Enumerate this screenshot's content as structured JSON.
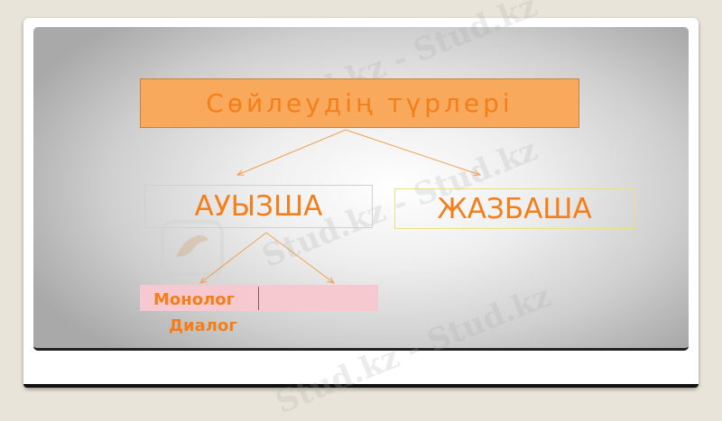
{
  "diagram": {
    "title": "Сөйлеудің түрлері",
    "branches": [
      {
        "label": "АУЫЗША"
      },
      {
        "label": "ЖАЗБАША"
      }
    ],
    "sub_items": [
      "Монолог",
      "Диалог"
    ]
  },
  "watermark": {
    "text": "Stud.kz - Stud.kz"
  },
  "colors": {
    "accent_orange": "#f47f1a",
    "title_fill": "#f8a95c",
    "pink_bar": "#f5c9cf",
    "page_bg": "#e9e4da"
  }
}
